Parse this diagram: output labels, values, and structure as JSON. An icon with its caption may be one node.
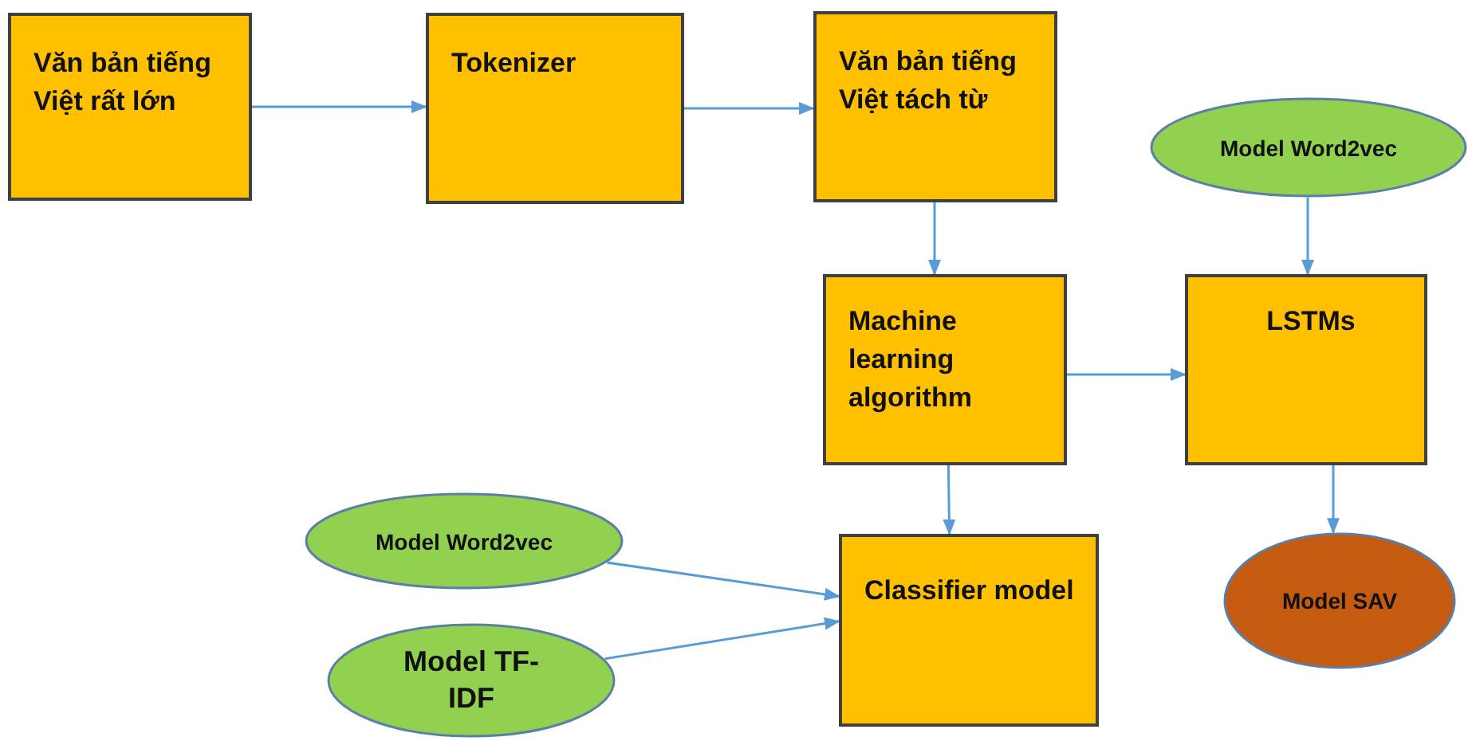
{
  "diagram": {
    "nodes": [
      {
        "text": [
          "Văn bản tiếng Việt rất lớn"
        ]
      },
      {
        "text": [
          "Tokenizer"
        ]
      },
      {
        "text": [
          "Văn bản tiếng Việt tách từ"
        ]
      },
      {
        "text": [
          "Model Word2vec"
        ]
      },
      {
        "text": [
          "Machine learning algorithm"
        ]
      },
      {
        "text": [
          "LSTMs"
        ]
      },
      {
        "text": [
          "Model Word2vec"
        ]
      },
      {
        "text": [
          "Classifier model"
        ]
      },
      {
        "text": [
          "Model SAV"
        ]
      },
      {
        "text": [
          "Model TF-IDF"
        ]
      }
    ],
    "edges": [
      {
        "from": 0,
        "to": 1,
        "arrow": "to"
      },
      {
        "from": 1,
        "to": 2,
        "arrow": "to"
      },
      {
        "from": 2,
        "to": 4,
        "arrow": "to"
      },
      {
        "from": 3,
        "to": 5,
        "arrow": "to"
      },
      {
        "from": 4,
        "to": 5,
        "arrow": "to"
      },
      {
        "from": 4,
        "to": 7,
        "arrow": "to"
      },
      {
        "from": 5,
        "to": 8,
        "arrow": "to"
      },
      {
        "from": 6,
        "to": 7,
        "arrow": "to"
      },
      {
        "from": 9,
        "to": 7,
        "arrow": "to"
      }
    ]
  }
}
